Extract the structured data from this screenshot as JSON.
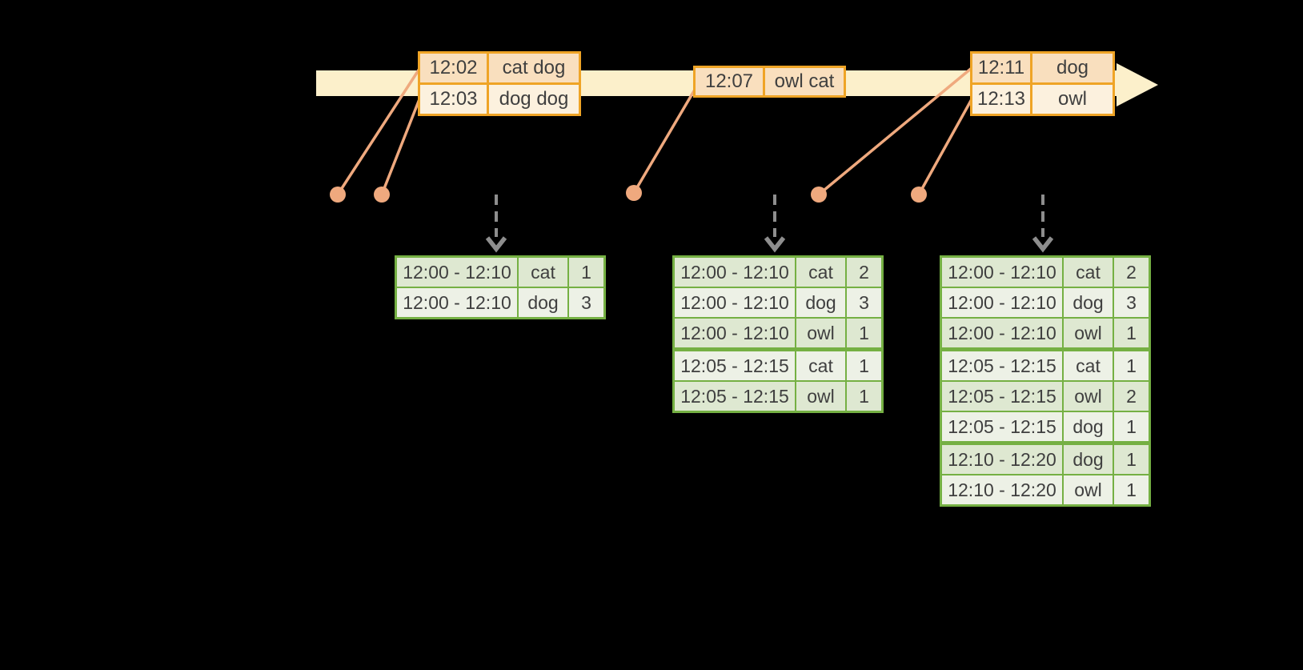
{
  "colors": {
    "background": "#000000",
    "timeline_fill": "#FCF0CB",
    "event_border": "#EFA426",
    "event_row_dark": "#F9DFBE",
    "event_row_light": "#FCF1DE",
    "connector": "#EFA97E",
    "trigger_arrow": "#8E8E8E",
    "result_border": "#75B043",
    "result_row_dark": "#DEE8D1",
    "result_row_light": "#EDF1E6",
    "text": "#3F3F3F"
  },
  "event_tables": [
    {
      "rows": [
        {
          "time": "12:02",
          "words": "cat dog"
        },
        {
          "time": "12:03",
          "words": "dog dog"
        }
      ]
    },
    {
      "rows": [
        {
          "time": "12:07",
          "words": "owl cat"
        }
      ]
    },
    {
      "rows": [
        {
          "time": "12:11",
          "words": "dog"
        },
        {
          "time": "12:13",
          "words": "owl"
        }
      ]
    }
  ],
  "result_tables": [
    {
      "rows": [
        {
          "window": "12:00 - 12:10",
          "word": "cat",
          "count": "1"
        },
        {
          "window": "12:00 - 12:10",
          "word": "dog",
          "count": "3"
        }
      ]
    },
    {
      "rows": [
        {
          "window": "12:00 - 12:10",
          "word": "cat",
          "count": "2"
        },
        {
          "window": "12:00 - 12:10",
          "word": "dog",
          "count": "3"
        },
        {
          "window": "12:00 - 12:10",
          "word": "owl",
          "count": "1"
        },
        {
          "window": "12:05 - 12:15",
          "word": "cat",
          "count": "1"
        },
        {
          "window": "12:05 - 12:15",
          "word": "owl",
          "count": "1"
        }
      ]
    },
    {
      "rows": [
        {
          "window": "12:00 - 12:10",
          "word": "cat",
          "count": "2"
        },
        {
          "window": "12:00 - 12:10",
          "word": "dog",
          "count": "3"
        },
        {
          "window": "12:00 - 12:10",
          "word": "owl",
          "count": "1"
        },
        {
          "window": "12:05 - 12:15",
          "word": "cat",
          "count": "1"
        },
        {
          "window": "12:05 - 12:15",
          "word": "owl",
          "count": "2"
        },
        {
          "window": "12:05 - 12:15",
          "word": "dog",
          "count": "1"
        },
        {
          "window": "12:10 - 12:20",
          "word": "dog",
          "count": "1"
        },
        {
          "window": "12:10 - 12:20",
          "word": "owl",
          "count": "1"
        }
      ]
    }
  ]
}
